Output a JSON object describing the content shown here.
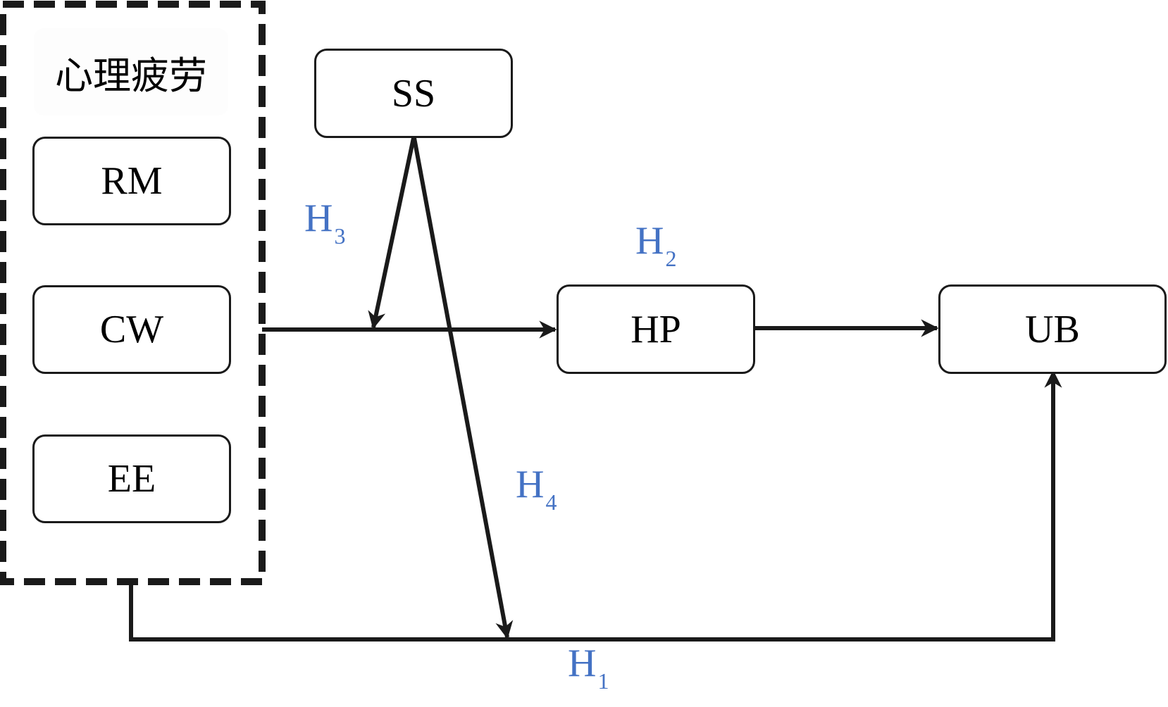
{
  "group": {
    "title": "心理疲劳",
    "items": [
      "RM",
      "CW",
      "EE"
    ]
  },
  "nodes": {
    "ss": "SS",
    "hp": "HP",
    "ub": "UB"
  },
  "hypotheses": {
    "h1": {
      "base": "H",
      "sub": "1"
    },
    "h2": {
      "base": "H",
      "sub": "2"
    },
    "h3": {
      "base": "H",
      "sub": "3"
    },
    "h4": {
      "base": "H",
      "sub": "4"
    }
  },
  "colors": {
    "line": "#1a1a1a",
    "hypothesis": "#4472c4"
  }
}
